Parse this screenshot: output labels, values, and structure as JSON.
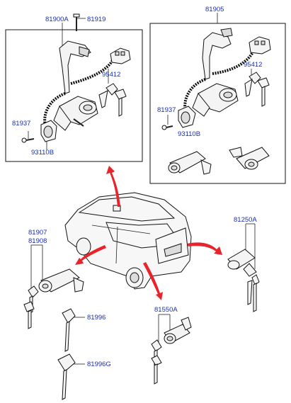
{
  "diagram": {
    "parts": [
      {
        "label": "81900A"
      },
      {
        "label": "81919"
      },
      {
        "label": "95412"
      },
      {
        "label": "81937"
      },
      {
        "label": "93110B"
      },
      {
        "label": "81905"
      },
      {
        "label": "95412"
      },
      {
        "label": "81937"
      },
      {
        "label": "93110B"
      },
      {
        "label": "81907"
      },
      {
        "label": "81908"
      },
      {
        "label": "81250A"
      },
      {
        "label": "81996"
      },
      {
        "label": "81550A"
      },
      {
        "label": "81996G"
      }
    ]
  },
  "colors": {
    "label": "#1a2fb0",
    "arrow": "#e8232a",
    "line": "#111111"
  }
}
